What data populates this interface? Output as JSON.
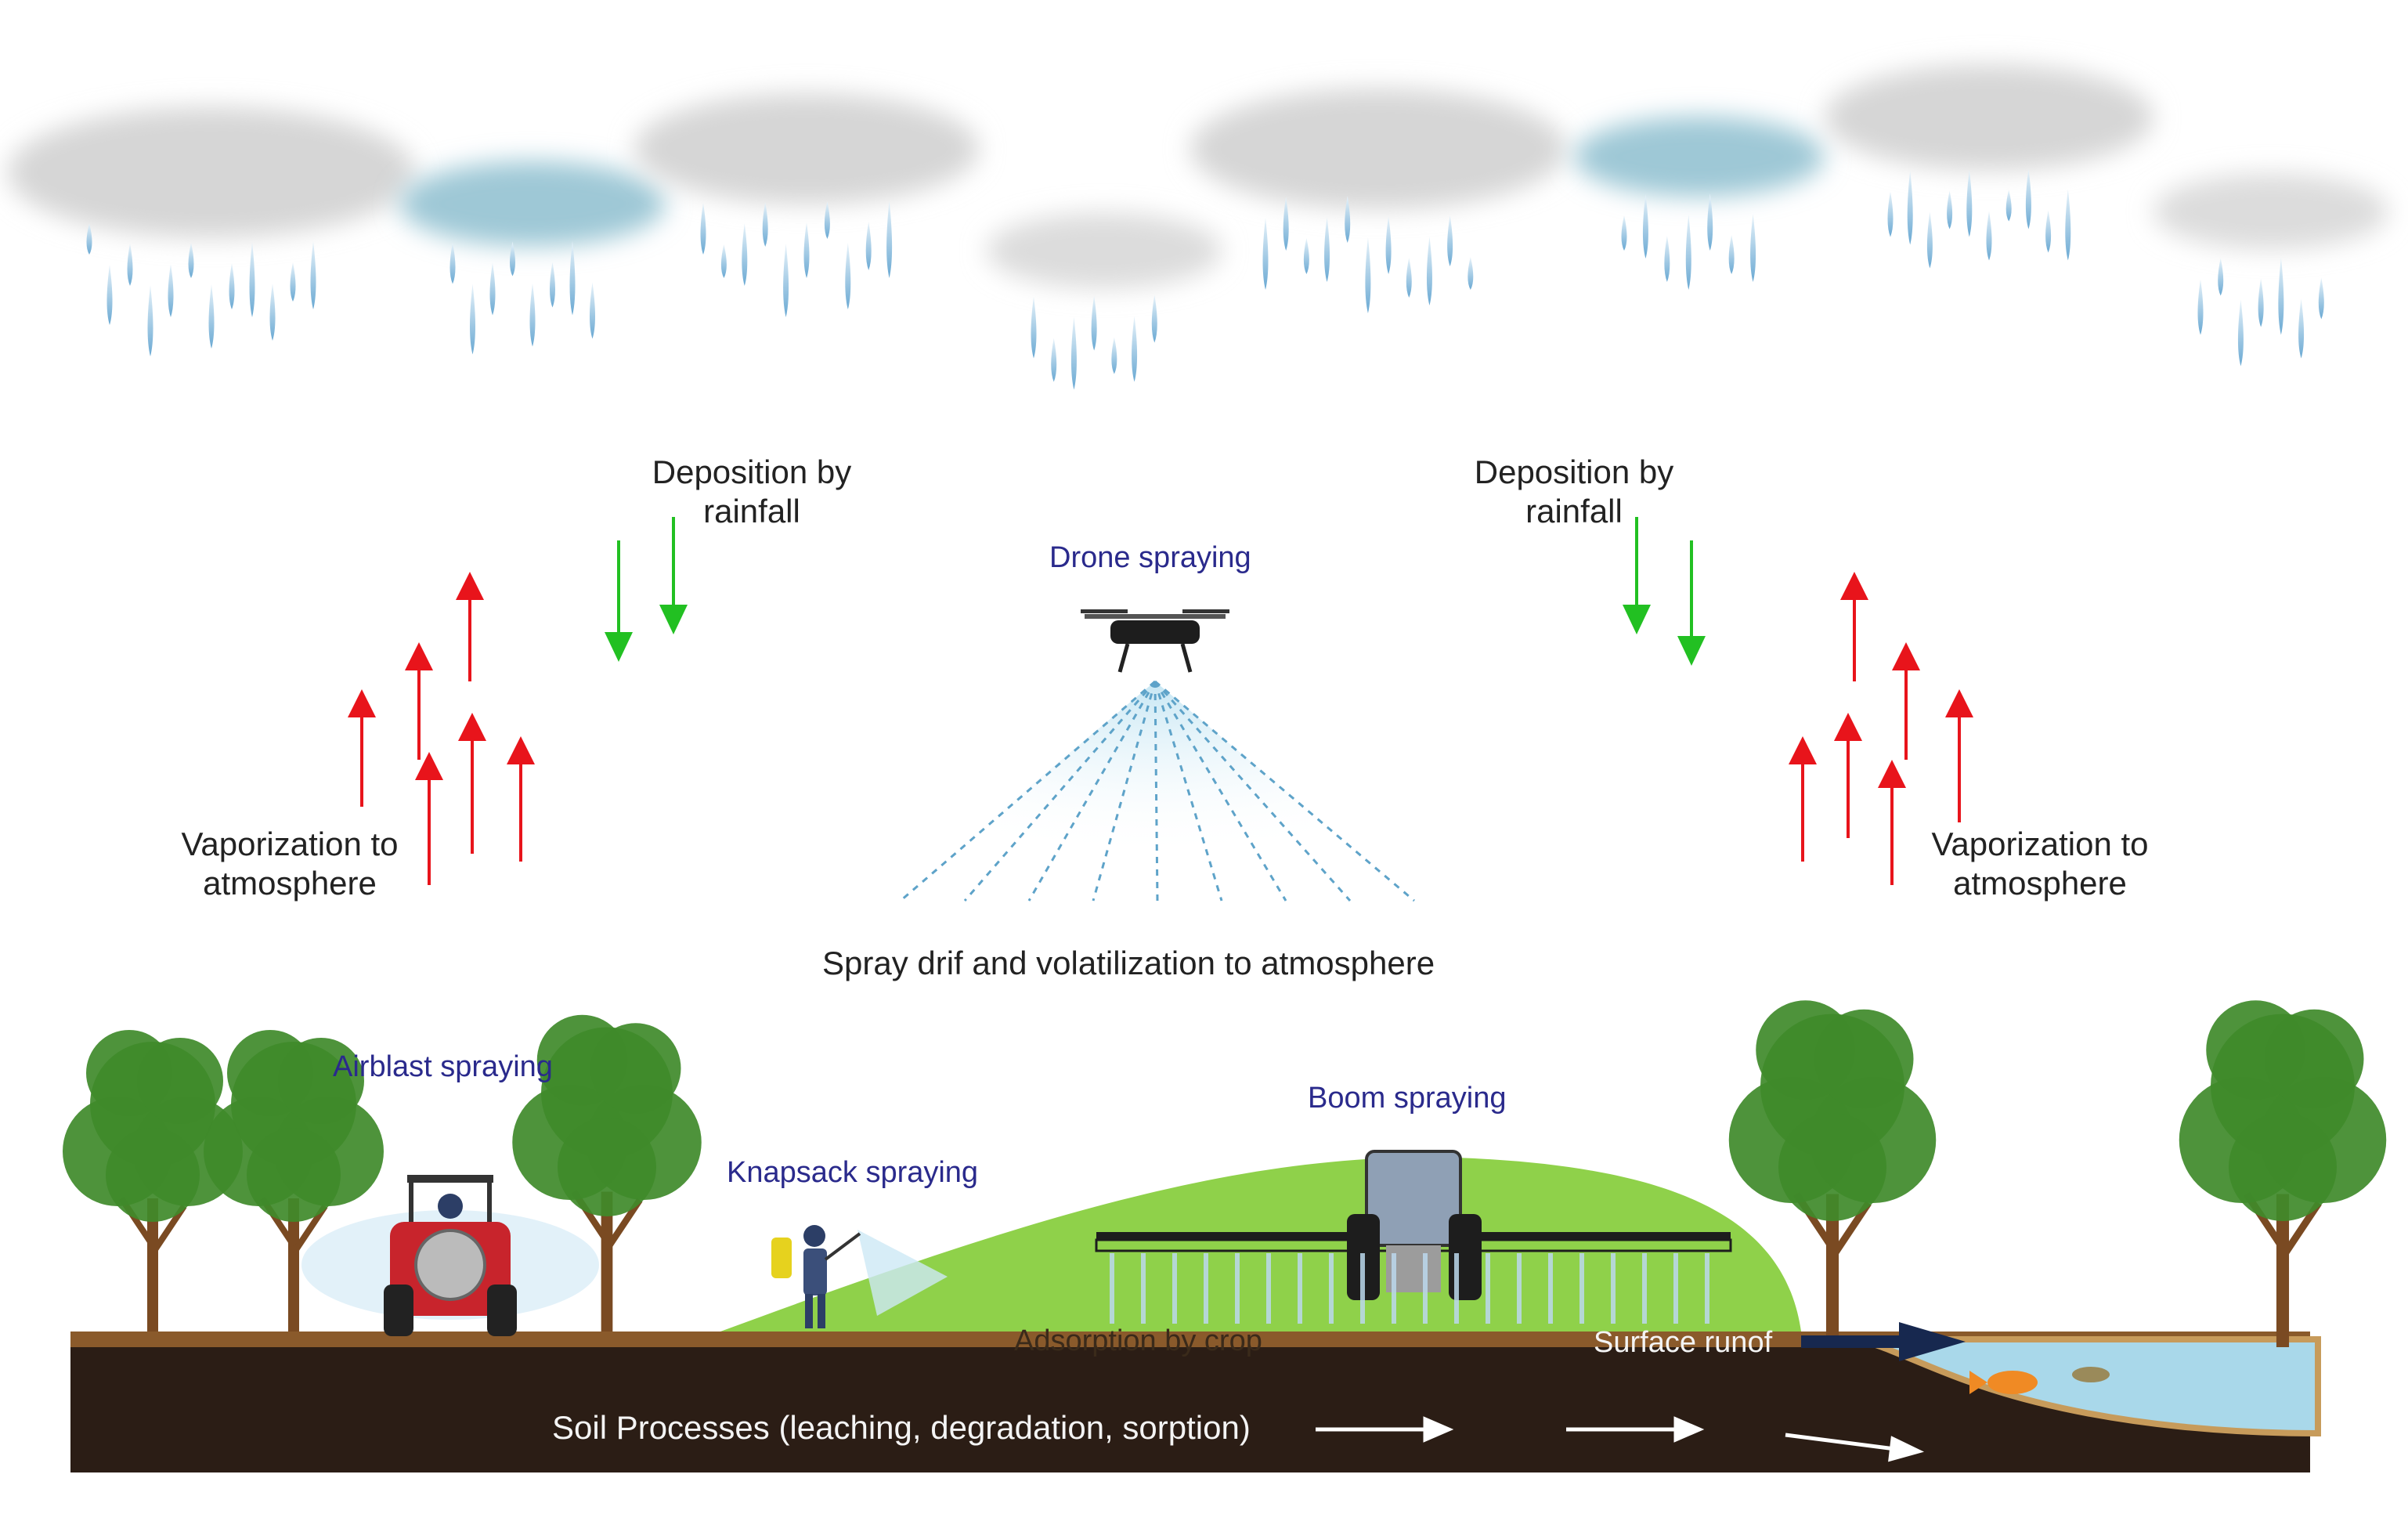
{
  "labels": {
    "deposition_left": [
      "Deposition by",
      "rainfall"
    ],
    "deposition_right": [
      "Deposition by",
      "rainfall"
    ],
    "vaporization_left": [
      "Vaporization to",
      "atmosphere"
    ],
    "vaporization_right": [
      "Vaporization to",
      "atmosphere"
    ],
    "drone": "Drone spraying",
    "spray_drift": "Spray drif and volatilization to atmosphere",
    "airblast": "Airblast spraying",
    "knapsack": "Knapsack spraying",
    "boom": "Boom spraying",
    "adsorption": "Adsorption by crop",
    "runoff": "Surface runof",
    "soil": "Soil Processes (leaching, degradation, sorption)"
  },
  "colors": {
    "vaporization_arrow": "#e8141b",
    "deposition_arrow": "#22c022",
    "runoff_arrow": "#17284f",
    "soil": "#2b1d15",
    "hill": "#8fd14a",
    "water": "#a9d8ea",
    "label_blue": "#2a2a8c",
    "tree_foliage": "#3f8a2a",
    "tractor_red": "#c8242c"
  },
  "icons": [
    "rain-cloud-icon",
    "drone-icon",
    "tractor-icon",
    "sprayer-person-icon",
    "boom-sprayer-icon",
    "tree-icon",
    "fish-icon"
  ]
}
